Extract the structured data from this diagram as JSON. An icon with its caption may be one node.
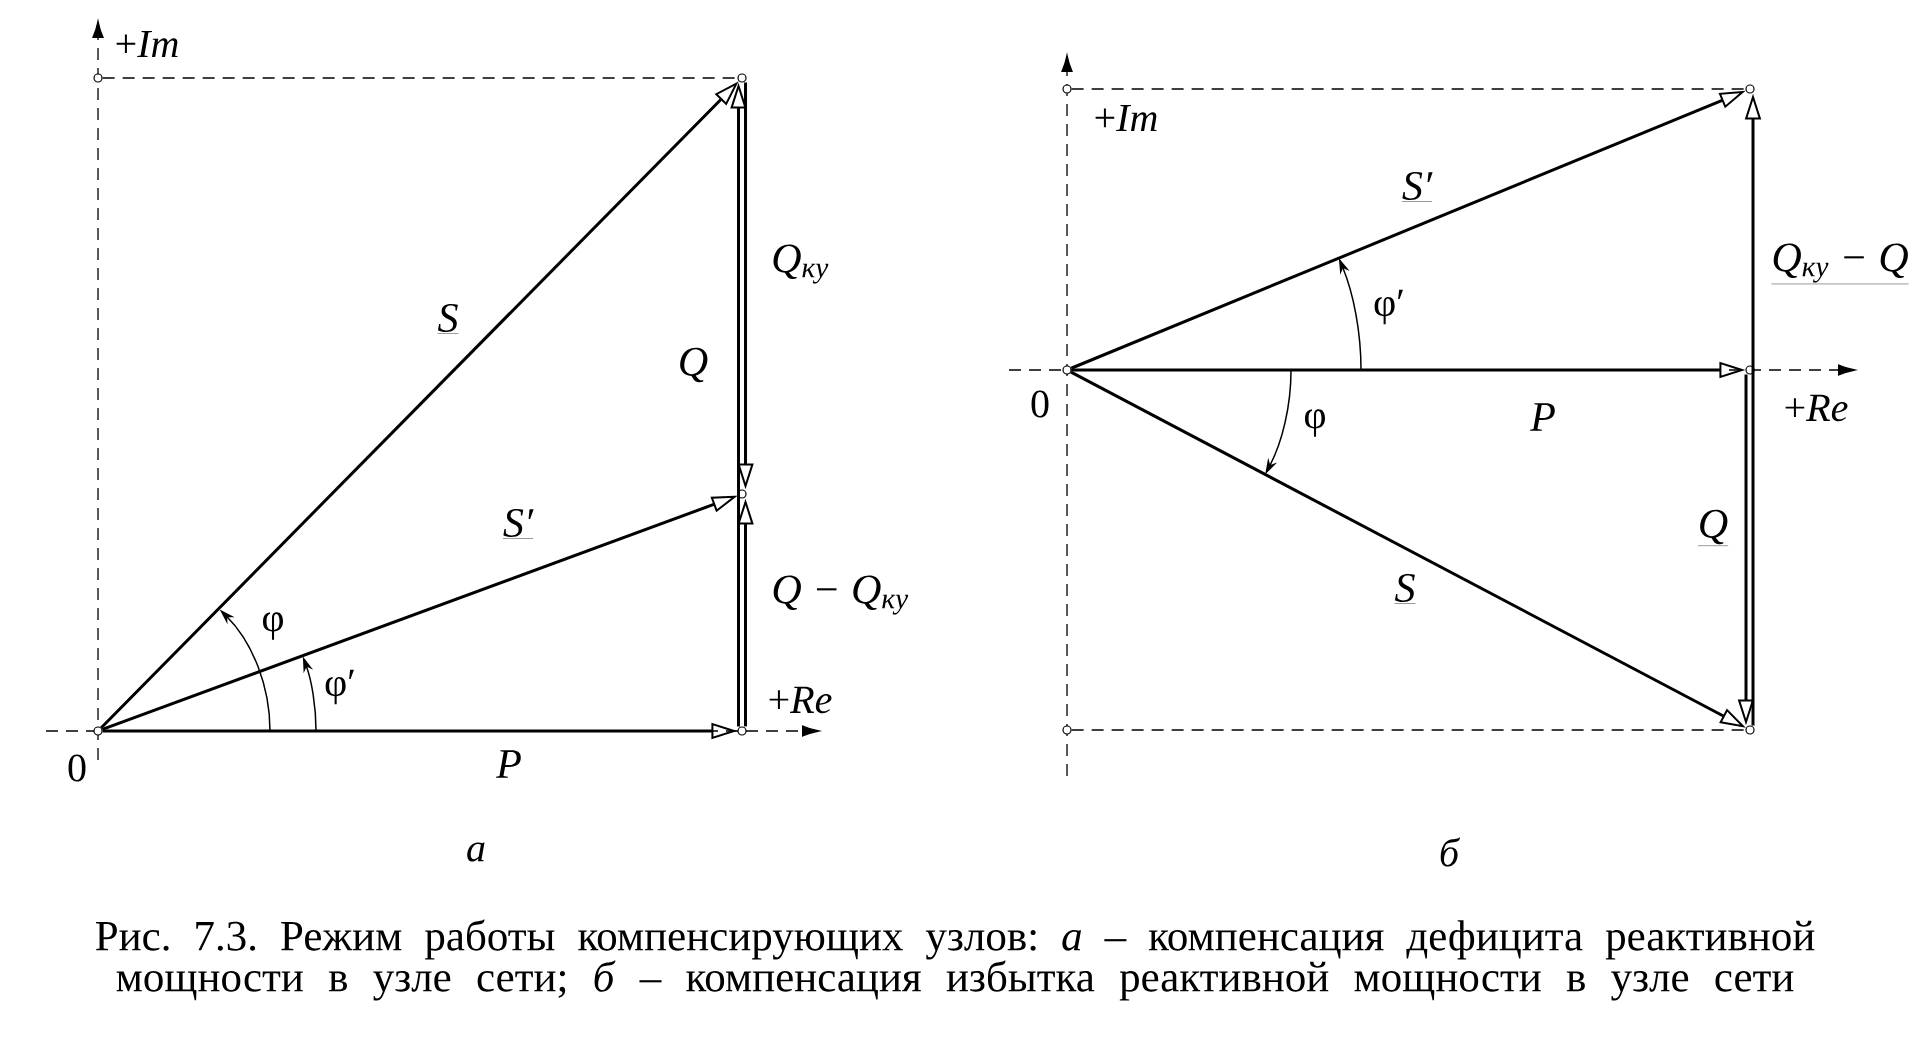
{
  "diagram": {
    "caption": "Рис. 7.3. Режим работы компенсирующих узлов: *а* – компенсация дефицита реактивной мощности в узле сети; *б* – компенсация избытка реактивной мощности в узле сети",
    "nodes": [
      {
        "text": [],
        "shape": "circle",
        "beside": [
          "0"
        ]
      },
      {
        "text": [],
        "shape": "circle"
      },
      {
        "text": [],
        "shape": "circle"
      },
      {
        "text": [],
        "shape": "circle"
      },
      {
        "text": [],
        "shape": "circle"
      },
      {
        "text": [],
        "shape": "circle",
        "beside": [
          "0"
        ]
      },
      {
        "text": [],
        "shape": "circle"
      },
      {
        "text": [],
        "shape": "circle"
      },
      {
        "text": [],
        "shape": "circle"
      },
      {
        "text": [],
        "shape": "circle"
      },
      {
        "text": [],
        "shape": "circle"
      }
    ],
    "edges": [
      {
        "from": 0,
        "to": 1,
        "arrow": "to",
        "label": "S"
      },
      {
        "from": 0,
        "to": 2,
        "arrow": "to",
        "label": "S′"
      },
      {
        "from": 0,
        "to": 3,
        "arrow": "to",
        "label": "P"
      },
      {
        "from": 3,
        "to": 1,
        "arrow": "to",
        "label": "Q"
      },
      {
        "from": 1,
        "to": 2,
        "arrow": "to",
        "label": "Q$_{ку}$"
      },
      {
        "from": 3,
        "to": 2,
        "arrow": "to",
        "label": "Q − Q$_{ку}$"
      },
      {
        "from": 4,
        "to": 1,
        "arrow": "none",
        "style": "dashed"
      },
      {
        "from": 5,
        "to": 6,
        "arrow": "to",
        "label": "S′"
      },
      {
        "from": 5,
        "to": 7,
        "arrow": "to",
        "label": "P"
      },
      {
        "from": 5,
        "to": 8,
        "arrow": "to",
        "label": "S"
      },
      {
        "from": 7,
        "to": 8,
        "arrow": "to",
        "label": "Q"
      },
      {
        "from": 8,
        "to": 6,
        "arrow": "to",
        "label": "Q$_{ку}$ − Q"
      },
      {
        "from": 9,
        "to": 6,
        "arrow": "none",
        "style": "dashed"
      },
      {
        "from": 10,
        "to": 8,
        "arrow": "none",
        "style": "dashed"
      }
    ],
    "labels": [
      "+*Im*",
      "φ",
      "φ′",
      "+*Re*",
      "+*Im*",
      "φ′",
      "φ",
      "+*Re*",
      "а",
      "б"
    ]
  }
}
